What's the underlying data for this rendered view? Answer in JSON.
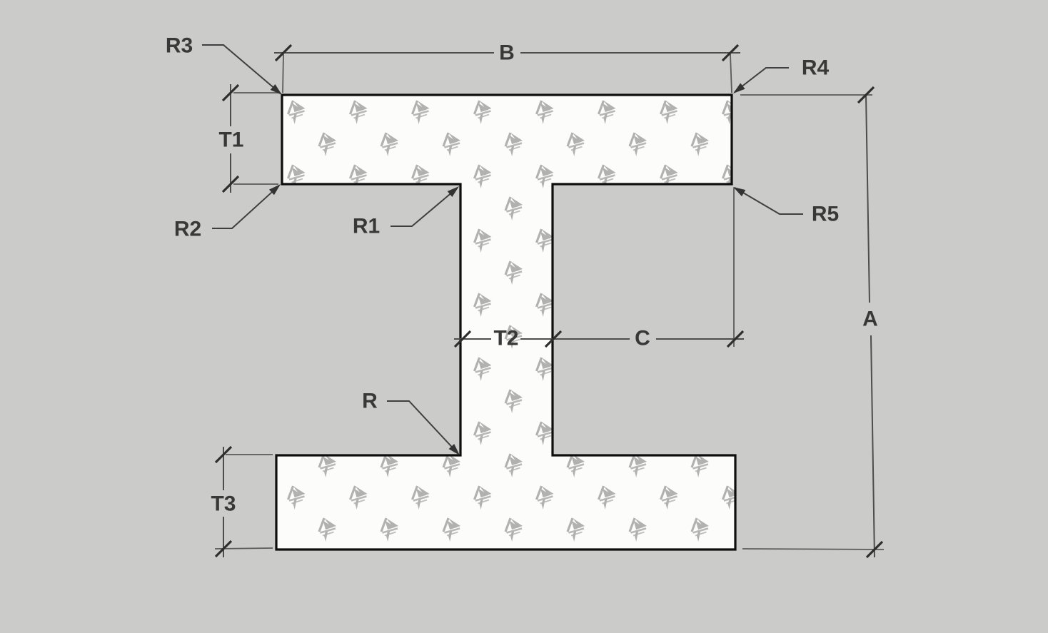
{
  "diagram": {
    "title": "I-beam cross-section dimension drawing",
    "shape": "I-beam profile with hatched watermark fill",
    "labels": {
      "A": "A",
      "B": "B",
      "C": "C",
      "T1": "T1",
      "T2": "T2",
      "T3": "T3",
      "R": "R",
      "R1": "R1",
      "R2": "R2",
      "R3": "R3",
      "R4": "R4",
      "R5": "R5"
    },
    "colors": {
      "background": "#cbccc9",
      "shape_fill": "#fcfcfa",
      "shape_outline": "#0e0e0e",
      "dimension_lines": "#4d4d4d",
      "label_text": "#383838",
      "watermark": "#b1b1af"
    }
  }
}
